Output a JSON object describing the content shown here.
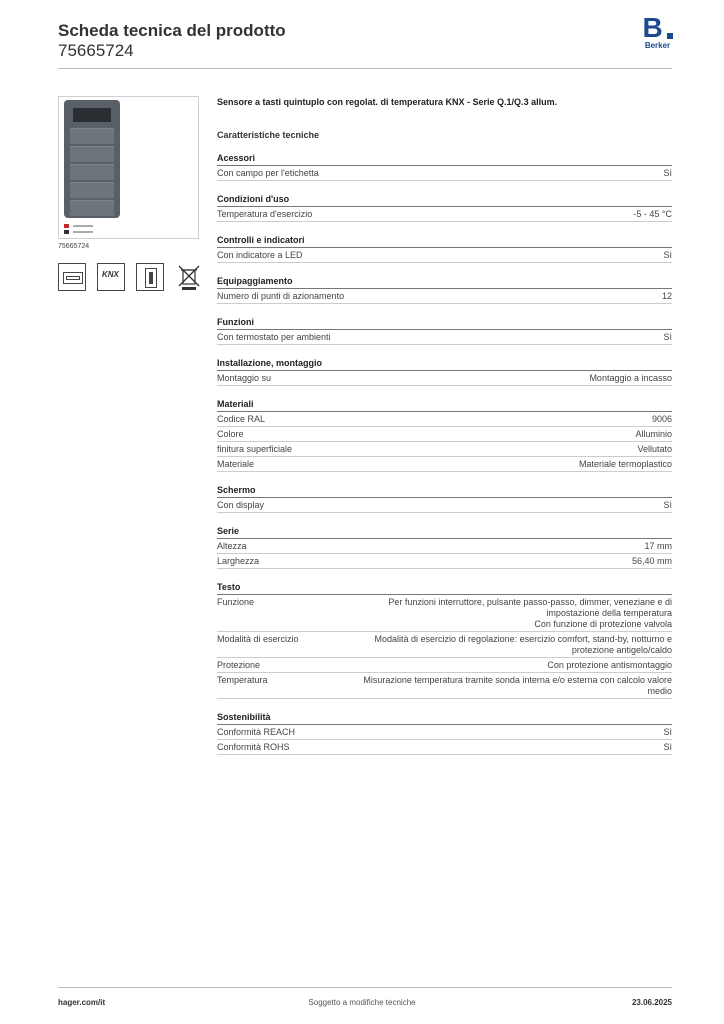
{
  "header": {
    "title": "Scheda tecnica del prodotto",
    "code": "75665724",
    "brand": "Berker"
  },
  "product": {
    "name": "Sensore a tasti quintuplo con regolat. di temperatura KNX - Serie Q.1/Q.3 allum.",
    "image_code": "75665724"
  },
  "icons": [
    "display-icon",
    "knx-icon",
    "thermostat-icon",
    "weee-bin-icon"
  ],
  "icons_text": {
    "knx": "KNX"
  },
  "spec_title": "Caratteristiche tecniche",
  "groups": [
    {
      "title": "Acessori",
      "rows": [
        {
          "label": "Con campo per l'etichetta",
          "value": "Sì"
        }
      ]
    },
    {
      "title": "Condizioni d'uso",
      "rows": [
        {
          "label": "Temperatura d'esercizio",
          "value": "-5 - 45 °C"
        }
      ]
    },
    {
      "title": "Controlli e indicatori",
      "rows": [
        {
          "label": "Con indicatore a LED",
          "value": "Sì"
        }
      ]
    },
    {
      "title": "Equipaggiamento",
      "rows": [
        {
          "label": "Numero di punti di azionamento",
          "value": "12"
        }
      ]
    },
    {
      "title": "Funzioni",
      "rows": [
        {
          "label": "Con termostato per ambienti",
          "value": "Sì"
        }
      ]
    },
    {
      "title": "Installazione, montaggio",
      "rows": [
        {
          "label": "Montaggio su",
          "value": "Montaggio a incasso"
        }
      ]
    },
    {
      "title": "Materiali",
      "rows": [
        {
          "label": "Codice RAL",
          "value": "9006"
        },
        {
          "label": "Colore",
          "value": "Alluminio"
        },
        {
          "label": "finitura superficiale",
          "value": "Vellutato"
        },
        {
          "label": "Materiale",
          "value": "Materiale termoplastico"
        }
      ]
    },
    {
      "title": "Schermo",
      "rows": [
        {
          "label": "Con display",
          "value": "Sì"
        }
      ]
    },
    {
      "title": "Serie",
      "rows": [
        {
          "label": "Altezza",
          "value": "17 mm"
        },
        {
          "label": "Larghezza",
          "value": "56,40 mm"
        }
      ]
    },
    {
      "title": "Testo",
      "rows": [
        {
          "label": "Funzione",
          "value": "Per funzioni interruttore, pulsante passo-passo, dimmer, veneziane e di impostazione della temperatura\nCon funzione di protezione valvola"
        },
        {
          "label": "Modalità di esercizio",
          "value": "Modalità di esercizio di regolazione: esercizio comfort, stand-by, notturno e protezione antigelo/caldo"
        },
        {
          "label": "Protezione",
          "value": "Con protezione antismontaggio"
        },
        {
          "label": "Temperatura",
          "value": "Misurazione temperatura tramite sonda interna e/o esterna con calcolo valore medio"
        }
      ]
    },
    {
      "title": "Sostenibilità",
      "rows": [
        {
          "label": "Conformità REACH",
          "value": "Sì"
        },
        {
          "label": "Conformità ROHS",
          "value": "Sì"
        }
      ]
    }
  ],
  "footer": {
    "site": "hager.com/it",
    "note": "Soggetto a modifiche tecniche",
    "date": "23.06.2025"
  },
  "colors": {
    "brand": "#1b4a8c",
    "device": "#5a6068"
  }
}
